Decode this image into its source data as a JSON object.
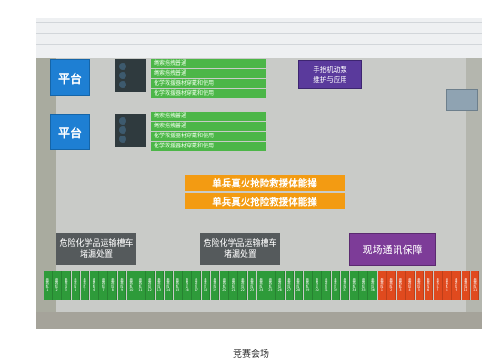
{
  "caption": "竞赛会场",
  "platforms": [
    "平台",
    "平台"
  ],
  "task_lists": [
    [
      "绳索拖拽普通",
      "绳索拖拽普通",
      "化学救援器材穿戴和使用",
      "化学救援器材穿戴和使用"
    ],
    [
      "绳索拖拽普通",
      "绳索拖拽普通",
      "化学救援器材穿戴和使用",
      "化学救援器材穿戴和使用"
    ]
  ],
  "pump_lines": [
    "手抬机动泵",
    "维护与应用"
  ],
  "fire_rows": [
    "单兵真火抢险救援体能操",
    "单兵真火抢险救援体能操"
  ],
  "hazmat_boxes": [
    [
      "危险化学品运输槽车",
      "堵漏处置"
    ],
    [
      "危险化学品运输槽车",
      "堵漏处置"
    ]
  ],
  "comms_label": "现场通讯保障",
  "stations": {
    "green_prefix": "参赛队",
    "green_count": 36,
    "red_prefix": "参赛队",
    "red_count": 11
  },
  "colors": {
    "platform": "#1e7fd3",
    "task": "#4cb648",
    "pump": "#5a3a9c",
    "fire": "#f39b12",
    "hazmat": "#555a5c",
    "comms": "#7d3c98",
    "station_green": "#2e9b3a",
    "station_red": "#e04a1e"
  }
}
